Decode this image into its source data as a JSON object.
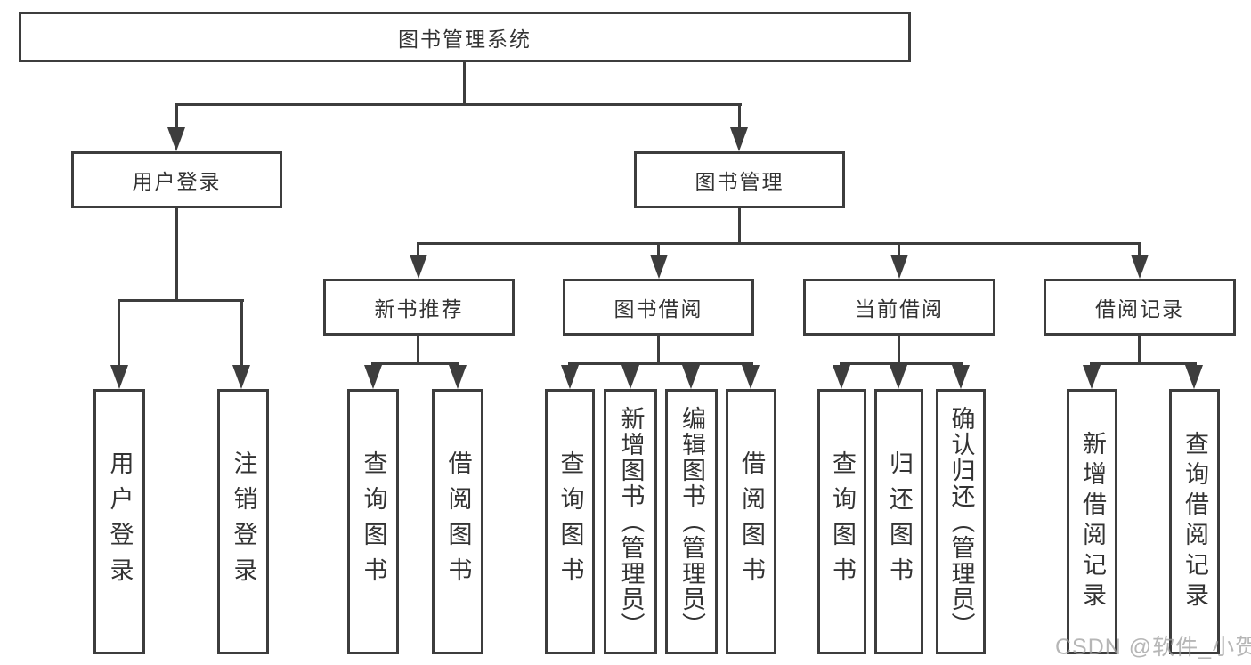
{
  "diagram": {
    "type": "tree",
    "root": {
      "label": "图书管理系统",
      "children": [
        {
          "label": "用户登录",
          "children": [
            {
              "label": "用户登录"
            },
            {
              "label": "注销登录"
            }
          ]
        },
        {
          "label": "图书管理",
          "children": [
            {
              "label": "新书推荐",
              "children": [
                {
                  "label": "查询图书"
                },
                {
                  "label": "借阅图书"
                }
              ]
            },
            {
              "label": "图书借阅",
              "children": [
                {
                  "label": "查询图书"
                },
                {
                  "label": "新增图书（管理员）"
                },
                {
                  "label": "编辑图书（管理员）"
                },
                {
                  "label": "借阅图书"
                }
              ]
            },
            {
              "label": "当前借阅",
              "children": [
                {
                  "label": "查询图书"
                },
                {
                  "label": "归还图书"
                },
                {
                  "label": "确认归还（管理员）"
                }
              ]
            },
            {
              "label": "借阅记录",
              "children": [
                {
                  "label": "新增借阅记录"
                },
                {
                  "label": "查询借阅记录"
                }
              ]
            }
          ]
        }
      ]
    },
    "colors": {
      "line": "#3d3d3d",
      "text": "#333333",
      "box_background": "#ffffff",
      "watermark": "#9e9e9e"
    }
  },
  "watermark": {
    "text": "CSDN @软件_小贺同学"
  }
}
